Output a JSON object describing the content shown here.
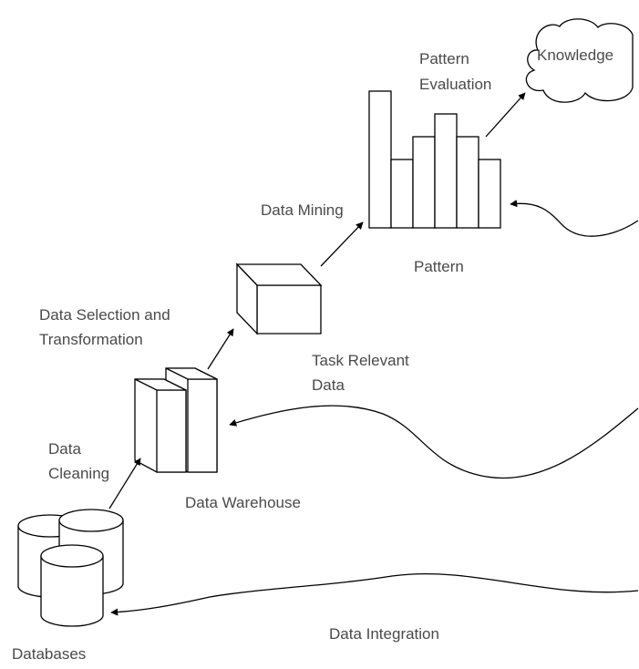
{
  "labels": {
    "knowledge": "Knowledge",
    "pattern_evaluation_line1": "Pattern",
    "pattern_evaluation_line2": "Evaluation",
    "data_mining": "Data Mining",
    "pattern": "Pattern",
    "data_selection_line1": "Data Selection and",
    "data_selection_line2": "Transformation",
    "task_relevant_line1": "Task Relevant",
    "task_relevant_line2": "Data",
    "data_cleaning_line1": "Data",
    "data_cleaning_line2": "Cleaning",
    "data_warehouse": "Data Warehouse",
    "data_integration": "Data Integration",
    "databases": "Databases"
  },
  "pattern_bars": [
    6,
    3,
    4,
    5,
    4,
    3
  ],
  "colors": {
    "stroke": "#000000",
    "text": "#4a4a4a",
    "background": "#ffffff"
  }
}
